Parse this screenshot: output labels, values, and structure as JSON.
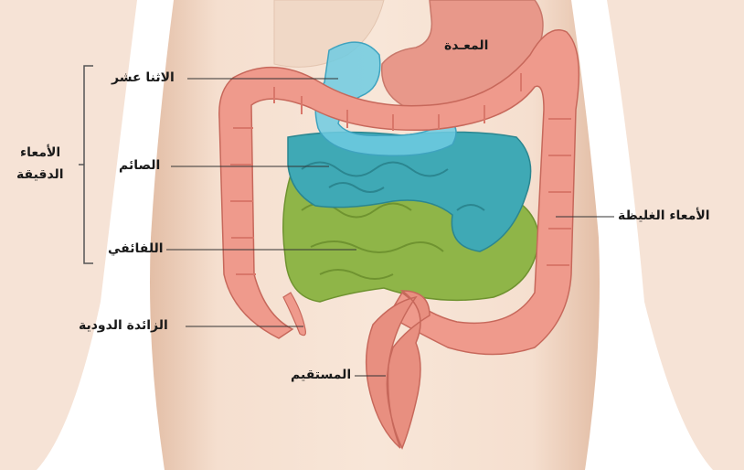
{
  "labels": {
    "stomach": "المعـدة",
    "duodenum": "الاثنا عشر",
    "small_intestine_line1": "الأمعاء",
    "small_intestine_line2": "الدقيقة",
    "jejunum": "الصائم",
    "ileum": "اللفائفي",
    "large_intestine": "الأمعاء الغليظة",
    "appendix": "الزائدة الدودية",
    "rectum": "المستقيم"
  },
  "colors": {
    "skin": "#f3dccb",
    "skin_shade": "#e6c3ac",
    "colon": "#ef9a8c",
    "colon_dark": "#d9776a",
    "stomach": "#e8988a",
    "duodenum": "#5fc3dd",
    "jejunum": "#3fa9b5",
    "ileum": "#8fb548",
    "rectum": "#e88f80"
  }
}
